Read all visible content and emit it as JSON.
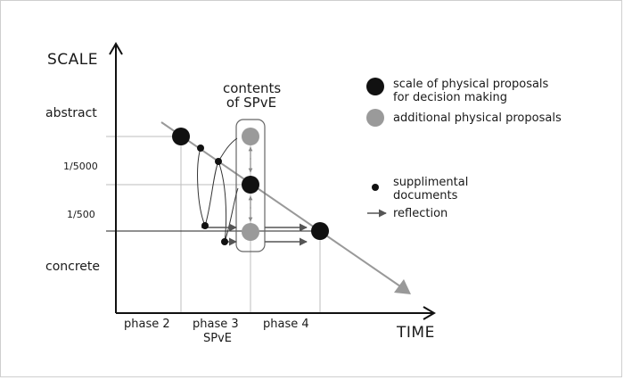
{
  "axes": {
    "y_title": "SCALE",
    "x_title": "TIME"
  },
  "levels": {
    "abstract": "abstract",
    "tick_5000": "1/5000",
    "tick_500": "1/500",
    "concrete": "concrete"
  },
  "phases": {
    "p2": "phase 2",
    "p3": "phase 3",
    "p3_sub": "SPvE",
    "p4": "phase 4"
  },
  "contents_box": {
    "line1": "contents",
    "line2": "of SPvE"
  },
  "legend": {
    "main_line1": "scale of physical proposals",
    "main_line2": "for decision making",
    "additional": "additional physical proposals",
    "supp_line1": "supplimental",
    "supp_line2": "documents",
    "reflection": "reflection"
  },
  "colors": {
    "black": "#111111",
    "gray": "#9a9a9a",
    "grid": "#bdbdbd",
    "arrow": "#555555"
  }
}
